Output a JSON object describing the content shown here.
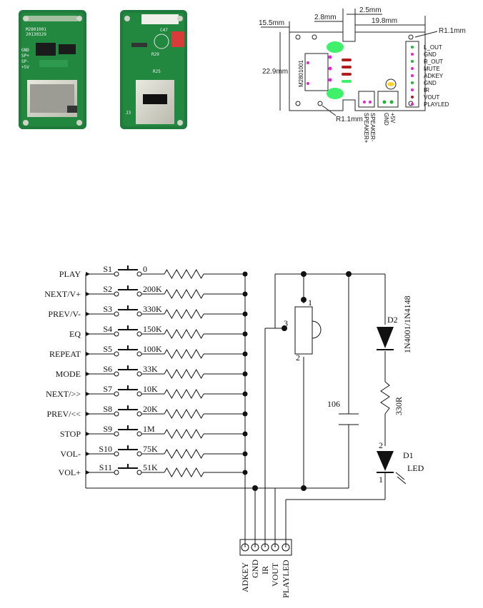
{
  "photo1": {
    "silk_lines": [
      "M2801001",
      "20130329"
    ],
    "silk_labels": [
      "GND",
      "SP+",
      "SP-",
      "+5V"
    ]
  },
  "photo2": {
    "silk_labels": [
      "C47",
      "R25",
      "R29",
      "J3"
    ]
  },
  "outline": {
    "dims": {
      "left_margin": "15.5mm",
      "height": "22.9mm",
      "hole_left": "2.8mm",
      "gap": "2.5mm",
      "right_width": "19.8mm",
      "radius_top": "R1.1mm",
      "radius_bottom": "R1.1mm"
    },
    "chip_label": "M2801001",
    "pins": [
      "L_OUT",
      "GND",
      "R_OUT",
      "MUTE",
      "ADKEY",
      "GND",
      "IR",
      "VOUT",
      "PLAYLED"
    ],
    "speaker_labels": [
      "SPEAKER+",
      "SPEAKER-"
    ],
    "power_labels": [
      "+5V",
      "GND"
    ]
  },
  "schematic": {
    "switches": [
      {
        "name": "PLAY",
        "id": "S1",
        "value": "0"
      },
      {
        "name": "NEXT/V+",
        "id": "S2",
        "value": "200K"
      },
      {
        "name": "PREV/V-",
        "id": "S3",
        "value": "330K"
      },
      {
        "name": "EQ",
        "id": "S4",
        "value": "150K"
      },
      {
        "name": "REPEAT",
        "id": "S5",
        "value": "100K"
      },
      {
        "name": "MODE",
        "id": "S6",
        "value": "33K"
      },
      {
        "name": "NEXT/>>",
        "id": "S7",
        "value": "10K"
      },
      {
        "name": "PREV/<<",
        "id": "S8",
        "value": "20K"
      },
      {
        "name": "STOP",
        "id": "S9",
        "value": "1M"
      },
      {
        "name": "VOL-",
        "id": "S10",
        "value": "75K"
      },
      {
        "name": "VOL+",
        "id": "S11",
        "value": "51K"
      }
    ],
    "ir_pins": [
      "1",
      "2",
      "3"
    ],
    "cap_label": "106",
    "diode2": {
      "id": "D2",
      "part": "1N4001/1N4148"
    },
    "resistor_label": "330R",
    "led": {
      "id": "D1",
      "label": "LED",
      "pin2": "2",
      "pin1": "1"
    },
    "connector_pins": [
      "ADKEY",
      "GND",
      "IR",
      "VOUT",
      "PLAYLED"
    ]
  }
}
